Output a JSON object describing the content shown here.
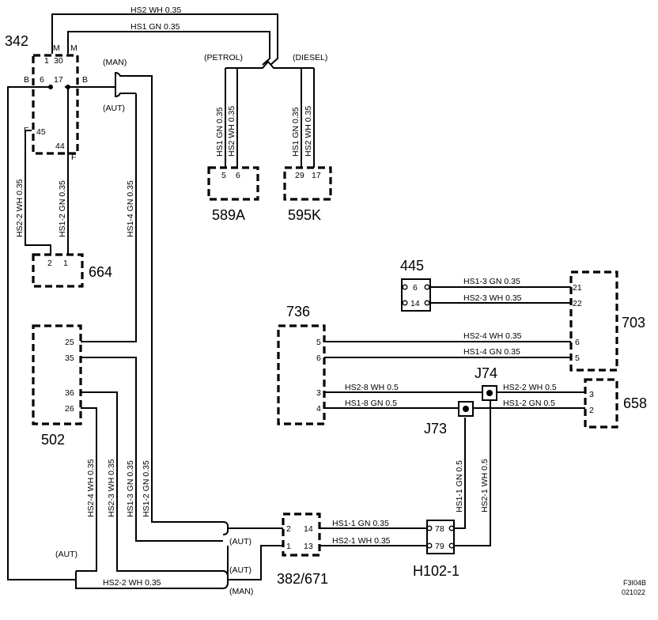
{
  "components": {
    "c342": "342",
    "c664": "664",
    "c502": "502",
    "c589a": "589A",
    "c595k": "595K",
    "c445": "445",
    "c736": "736",
    "c703": "703",
    "c658": "658",
    "c382": "382/671",
    "ch102": "H102-1",
    "cj73": "J73",
    "cj74": "J74"
  },
  "pins": {
    "p342_1": "1",
    "p342_30": "30",
    "p342_m1": "M",
    "p342_m2": "M",
    "p342_b1": "B",
    "p342_6": "6",
    "p342_17": "17",
    "p342_b2": "B",
    "p342_f1": "F",
    "p342_45": "45",
    "p342_44": "44",
    "p342_f2": "F",
    "p664_2": "2",
    "p664_1": "1",
    "p589_5": "5",
    "p589_6": "6",
    "p595_29": "29",
    "p595_17": "17",
    "p445_6": "6",
    "p445_14": "14",
    "p703_21": "21",
    "p703_22": "22",
    "p703_6": "6",
    "p703_5": "5",
    "p736_5": "5",
    "p736_6": "6",
    "p736_3": "3",
    "p736_4": "4",
    "p658_3": "3",
    "p658_2": "2",
    "p502_25": "25",
    "p502_35": "35",
    "p502_36": "36",
    "p502_26": "26",
    "p382_2": "2",
    "p382_1": "1",
    "p382_14": "14",
    "p382_13": "13",
    "ph_78": "78",
    "ph_79": "79"
  },
  "wires": {
    "top_hs2": "HS2   WH   0.35",
    "top_hs1": "HS1   GN   0.35",
    "petrol_hs1": "HS1   GN   0.35",
    "petrol_hs2": "HS2   WH   0.35",
    "diesel_hs1": "HS1   GN   0.35",
    "diesel_hs2": "HS2   WH   0.35",
    "hs2_2_v": "HS2-2   WH 0.35",
    "hs1_2_v": "HS1-2   GN 0.35",
    "hs1_4_v": "HS1-4   GN 0.35",
    "hs1_3": "HS1-3   GN   0.35",
    "hs2_3": "HS2-3   WH   0.35",
    "hs2_4": "HS2-4   WH   0.35",
    "hs1_4": "HS1-4   GN   0.35",
    "hs2_8": "HS2-8   WH   0.5",
    "hs1_8": "HS1-8   GN   0.5",
    "hs2_2_h": "HS2-2   WH  0.5",
    "hs1_2_h": "HS1-2   GN  0.5",
    "hs1_1_v": "HS1-1   GN   0.5",
    "hs2_1_v": "HS2-1   WH   0.5",
    "hs1_1_h": "HS1-1  GN   0.35",
    "hs2_1_h": "HS2-1   WH   0.35",
    "hs2_4_v": "HS2-4   WH   0.35",
    "hs2_3_v": "HS2-3   WH   0.35",
    "hs1_3_v": "HS1-3   GN   0.35",
    "hs1_2_v2": "HS1-2   GN   0.35",
    "hs2_2_bottom": "HS2-2   WH   0.35"
  },
  "variants": {
    "petrol": "(PETROL)",
    "diesel": "(DIESEL)",
    "man_top": "(MAN)",
    "aut_top": "(AUT)",
    "aut_382a": "(AUT)",
    "aut_382b": "(AUT)",
    "aut_left": "(AUT)",
    "man_bottom": "(MAN)"
  },
  "footer": {
    "line1": "F3I04B",
    "line2": "021022"
  }
}
